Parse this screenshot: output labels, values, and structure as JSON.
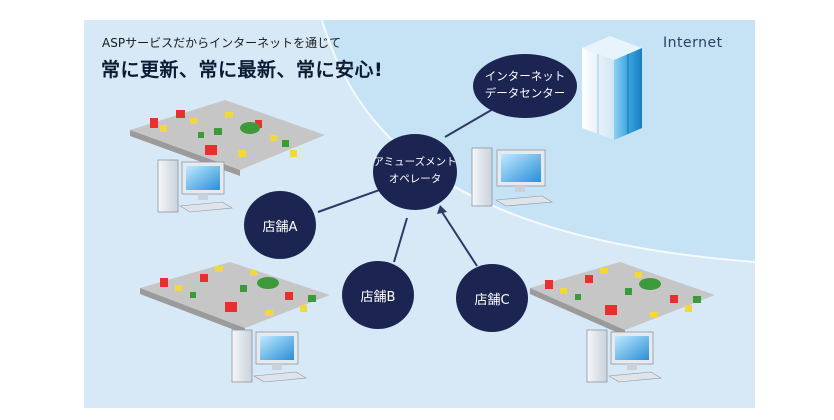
{
  "header": {
    "subtitle": "ASPサービスだからインターネットを通じて",
    "headline": "常に更新、常に最新、常に安心!"
  },
  "region_label": "Internet",
  "nodes": {
    "datacenter": [
      "インターネット",
      "データセンター"
    ],
    "operator": [
      "アミューズメント",
      "オペレータ"
    ],
    "store_a": "店舗A",
    "store_b": "店舗B",
    "store_c": "店舗C"
  },
  "colors": {
    "panel_bg": "#d7e9f6",
    "internet_zone": "#c6e0f2",
    "node_fill": "#1c2452",
    "line": "#2b3a66"
  }
}
